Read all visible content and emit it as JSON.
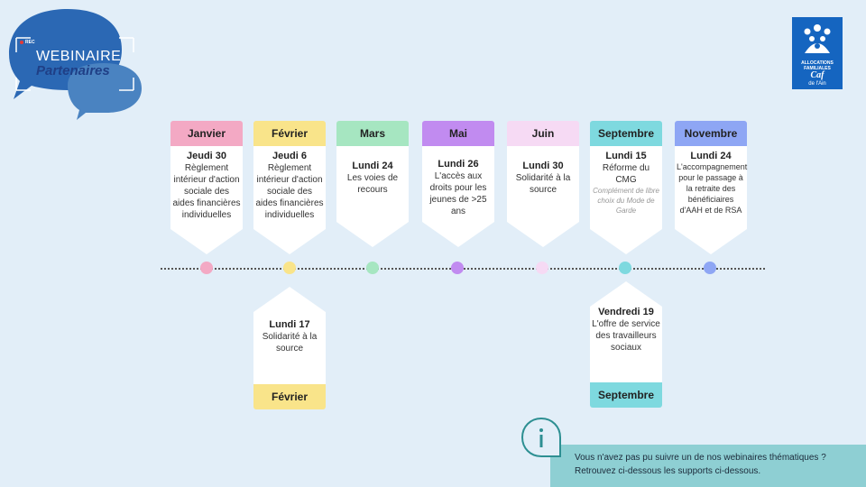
{
  "logo": {
    "rec": "REC",
    "line1": "WEBINAIRE",
    "line2": "Partenaires"
  },
  "caf": {
    "line1": "ALLOCATIONS FAMILIALES",
    "line2": "Caf",
    "line3": "de l'Ain"
  },
  "colors": {
    "janvier": "#f3a9c4",
    "fevrier": "#f9e48a",
    "mars": "#a6e6c1",
    "mai": "#c18bf0",
    "juin": "#f6daf4",
    "septembre": "#7ed9df",
    "novembre": "#8ea6f4"
  },
  "top_cards": [
    {
      "month": "Janvier",
      "date": "Jeudi 30",
      "desc": "Règlement intérieur d'action sociale des aides financières individuelles"
    },
    {
      "month": "Février",
      "date": "Jeudi 6",
      "desc": "Règlement intérieur d'action sociale des aides financières individuelles"
    },
    {
      "month": "Mars",
      "date": "Lundi 24",
      "desc": "Les voies de recours"
    },
    {
      "month": "Mai",
      "date": "Lundi 26",
      "desc": "L'accès aux droits pour les jeunes de >25 ans"
    },
    {
      "month": "Juin",
      "date": "Lundi 30",
      "desc": "Solidarité à la source"
    },
    {
      "month": "Septembre",
      "date": "Lundi 15",
      "desc": "Réforme du CMG",
      "note": "Complément de libre choix du Mode de Garde"
    },
    {
      "month": "Novembre",
      "date": "Lundi 24",
      "desc": "L'accompagnement pour le passage à la retraite des bénéficiaires d'AAH et de RSA"
    }
  ],
  "bottom_cards": [
    {
      "month": "Février",
      "date": "Lundi 17",
      "desc": "Solidarité à la source"
    },
    {
      "month": "Septembre",
      "date": "Vendredi 19",
      "desc": "L'offre de service des travailleurs sociaux"
    }
  ],
  "info": {
    "line1": "Vous n'avez pas pu suivre un de nos webinaires thématiques ?",
    "line2": "Retrouvez ci-dessous  les supports ci-dessous."
  }
}
